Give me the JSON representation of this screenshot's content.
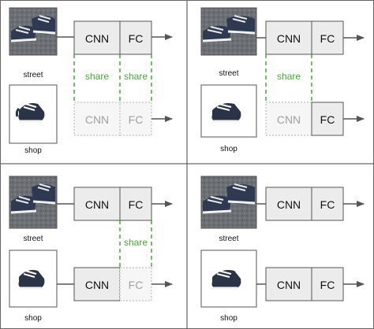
{
  "panels": [
    {
      "street_label": "street",
      "shop_label": "shop",
      "top": {
        "cnn": "CNN",
        "fc": "FC",
        "cnn_state": "active",
        "fc_state": "active"
      },
      "bottom": {
        "cnn": "CNN",
        "fc": "FC",
        "cnn_state": "shared",
        "fc_state": "shared"
      },
      "share_cnn": "share",
      "share_fc": "share"
    },
    {
      "street_label": "street",
      "shop_label": "shop",
      "top": {
        "cnn": "CNN",
        "fc": "FC",
        "cnn_state": "active",
        "fc_state": "active"
      },
      "bottom": {
        "cnn": "CNN",
        "fc": "FC",
        "cnn_state": "shared",
        "fc_state": "active"
      },
      "share_cnn": "share",
      "share_fc": ""
    },
    {
      "street_label": "street",
      "shop_label": "shop",
      "top": {
        "cnn": "CNN",
        "fc": "FC",
        "cnn_state": "active",
        "fc_state": "active"
      },
      "bottom": {
        "cnn": "CNN",
        "fc": "FC",
        "cnn_state": "active",
        "fc_state": "shared"
      },
      "share_cnn": "",
      "share_fc": "share"
    },
    {
      "street_label": "street",
      "shop_label": "shop",
      "top": {
        "cnn": "CNN",
        "fc": "FC",
        "cnn_state": "active",
        "fc_state": "active"
      },
      "bottom": {
        "cnn": "CNN",
        "fc": "FC",
        "cnn_state": "active",
        "fc_state": "active"
      },
      "share_cnn": "",
      "share_fc": ""
    }
  ],
  "colors": {
    "border": "#555555",
    "box_fill": "#ececec",
    "box_text": "#111111",
    "shared_fill": "#f6f6f6",
    "shared_border": "#b0b0b0",
    "shared_text": "#a0a0a0",
    "share": "#4aa53a",
    "divider": "#444444",
    "arrow": "#555555"
  }
}
